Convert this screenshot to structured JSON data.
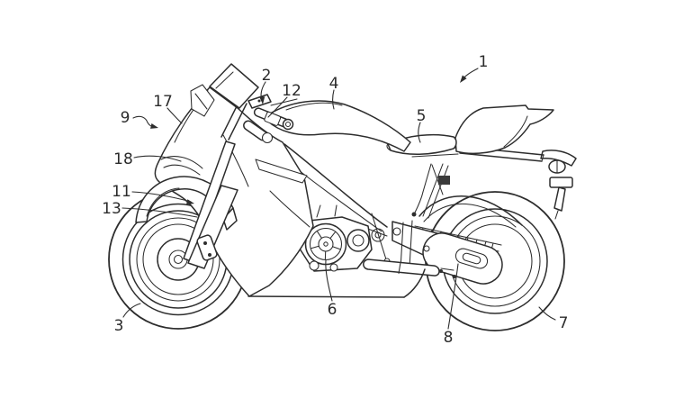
{
  "figure": {
    "subject": "Sport motorcycle patent line drawing, right side elevation",
    "background_color": "#ffffff",
    "line_color": "#2d2d2d"
  },
  "labels": {
    "motorcycle": "1",
    "handlebar": "2",
    "front_wheel": "3",
    "fuel_tank": "4",
    "seat": "5",
    "engine": "6",
    "rear_wheel": "7",
    "swingarm": "8",
    "front_cowl": "9",
    "front_fork": "11",
    "master_cylinder": "12",
    "front_fender": "13",
    "upper_cowl": "17",
    "headlight": "18"
  }
}
